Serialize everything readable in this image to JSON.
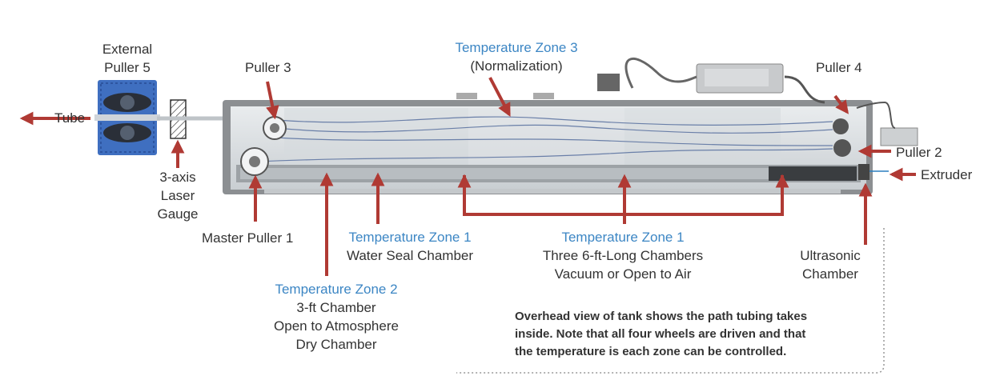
{
  "labels": {
    "tube": "Tube",
    "external_puller_5": [
      "External",
      "Puller 5"
    ],
    "laser_gauge": [
      "3-axis",
      "Laser",
      "Gauge"
    ],
    "puller_3": "Puller 3",
    "master_puller_1": "Master Puller 1",
    "puller_4": "Puller 4",
    "puller_2": "Puller 2",
    "extruder": "Extruder",
    "ultrasonic_chamber": [
      "Ultrasonic",
      "Chamber"
    ],
    "zone3": {
      "title": "Temperature Zone 3",
      "lines": [
        "(Normalization)"
      ]
    },
    "zone1_water": {
      "title": "Temperature Zone 1",
      "lines": [
        "Water Seal Chamber"
      ]
    },
    "zone1_three": {
      "title": "Temperature Zone 1",
      "lines": [
        "Three 6-ft-Long Chambers",
        "Vacuum or Open to Air"
      ]
    },
    "zone2": {
      "title": "Temperature Zone 2",
      "lines": [
        "3-ft Chamber",
        "Open to Atmosphere",
        "Dry Chamber"
      ]
    }
  },
  "note": [
    "Overhead view of tank shows the path tubing takes",
    "inside. Note that all four wheels are driven and that",
    "the temperature is each zone can be controlled."
  ],
  "colors": {
    "arrow": "#b03a34",
    "zone_title": "#3c86c4",
    "text": "#333333",
    "puller_body": "#3f6fc0",
    "tank_frame": "#8c8f92",
    "tank_inner": "#d6dade"
  }
}
